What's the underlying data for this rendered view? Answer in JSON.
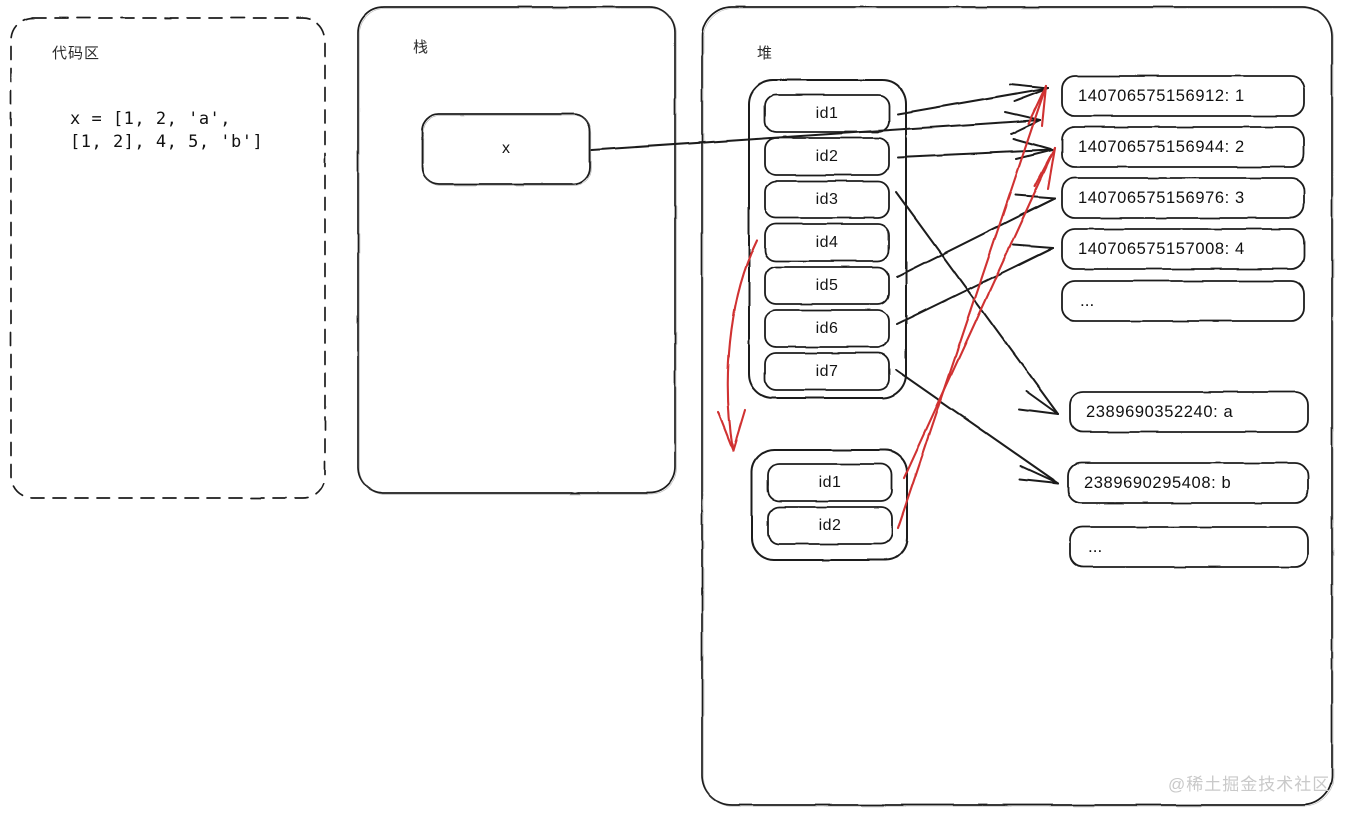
{
  "diagram": {
    "title_regions": {
      "code_region_label": "代码区",
      "stack_label": "栈",
      "heap_label": "堆"
    },
    "code_snippet": "x = [1, 2, 'a',\n[1, 2], 4, 5, 'b']",
    "stack": {
      "variable_label": "x"
    },
    "heap": {
      "primary_list_cells": [
        "id1",
        "id2",
        "id3",
        "id4",
        "id5",
        "id6",
        "id7"
      ],
      "nested_list_cells": [
        "id1",
        "id2"
      ],
      "objects_top": [
        "140706575156912: 1",
        "140706575156944: 2",
        "140706575156976: 3",
        "140706575157008: 4",
        "..."
      ],
      "objects_bottom": [
        "2389690352240: a",
        "2389690295408: b",
        "..."
      ]
    },
    "colors": {
      "ink": "#1a1a1a",
      "red_arrow": "#d03030",
      "watermark": "#c9c9c9"
    },
    "watermark": "@稀土掘金技术社区"
  }
}
